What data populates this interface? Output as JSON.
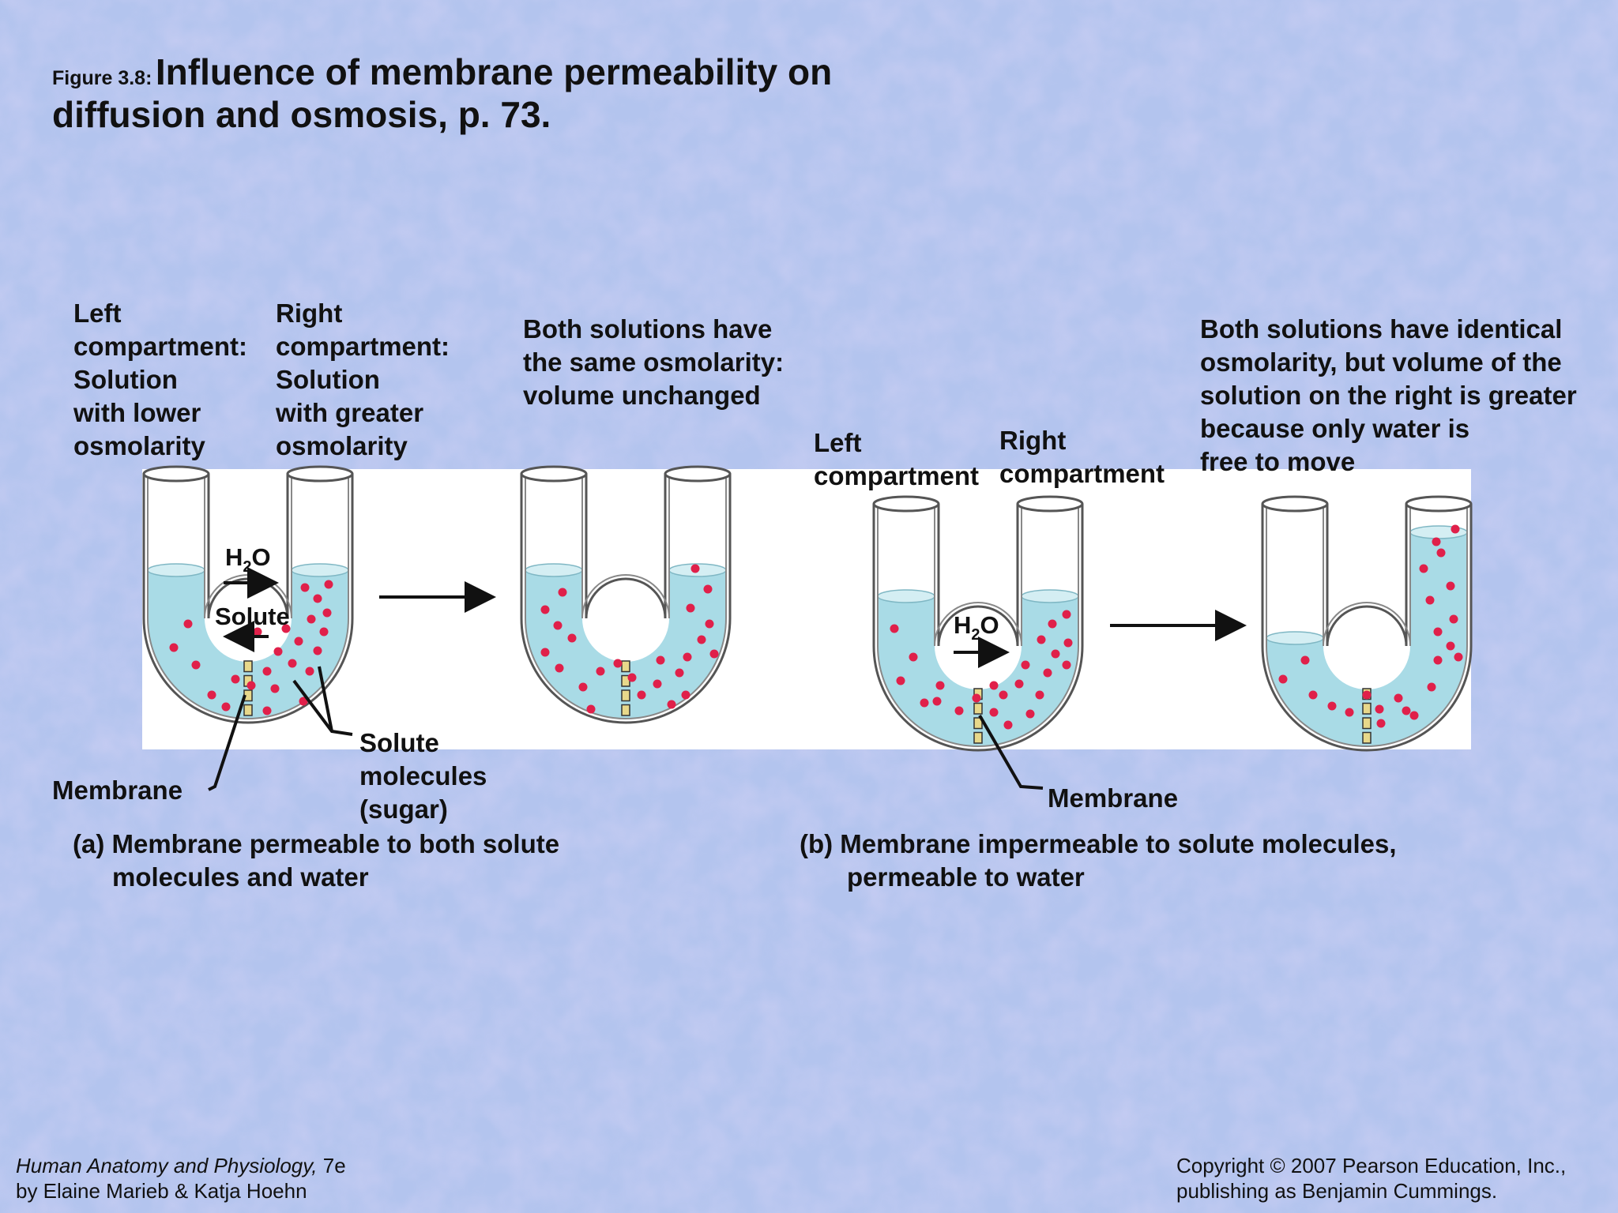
{
  "figure": {
    "number": "Figure 3.8:",
    "title_line1": "Influence of membrane permeability on",
    "title_line2": "diffusion and osmosis, p. 73."
  },
  "panel_a": {
    "left_label": [
      "Left",
      "compartment:",
      "Solution",
      "with lower",
      "osmolarity"
    ],
    "right_label": [
      "Right",
      "compartment:",
      "Solution",
      "with greater",
      "osmolarity"
    ],
    "result_label": [
      "Both solutions have",
      "the same osmolarity:",
      "volume unchanged"
    ],
    "h2o_label": "H",
    "h2o_sub": "2",
    "h2o_o": "O",
    "solute_label": "Solute",
    "membrane_label": "Membrane",
    "solute_molecules_label": [
      "Solute",
      "molecules",
      "(sugar)"
    ],
    "caption_line1": "(a) Membrane permeable to both solute",
    "caption_line2": "molecules and water"
  },
  "panel_b": {
    "left_label": [
      "Left",
      "compartment"
    ],
    "right_label": [
      "Right",
      "compartment"
    ],
    "result_label": [
      "Both solutions have identical",
      "osmolarity, but volume of the",
      "solution on the right is greater",
      "because only water is",
      "free to move"
    ],
    "h2o_label": "H",
    "h2o_sub": "2",
    "h2o_o": "O",
    "membrane_label": "Membrane",
    "caption_line1": "(b) Membrane impermeable to solute molecules,",
    "caption_line2": "permeable to water"
  },
  "footer": {
    "book_title": "Human Anatomy and Physiology,",
    "edition": " 7e",
    "authors": "by Elaine Marieb & Katja Hoehn",
    "copyright_line1": "Copyright © 2007 Pearson Education, Inc.,",
    "copyright_line2": "publishing as Benjamin Cummings."
  },
  "colors": {
    "background": "#b7c6ef",
    "solution": "#a9dbe6",
    "solute_dot": "#e0204a",
    "membrane": "#e8d88a",
    "text": "#111111"
  }
}
